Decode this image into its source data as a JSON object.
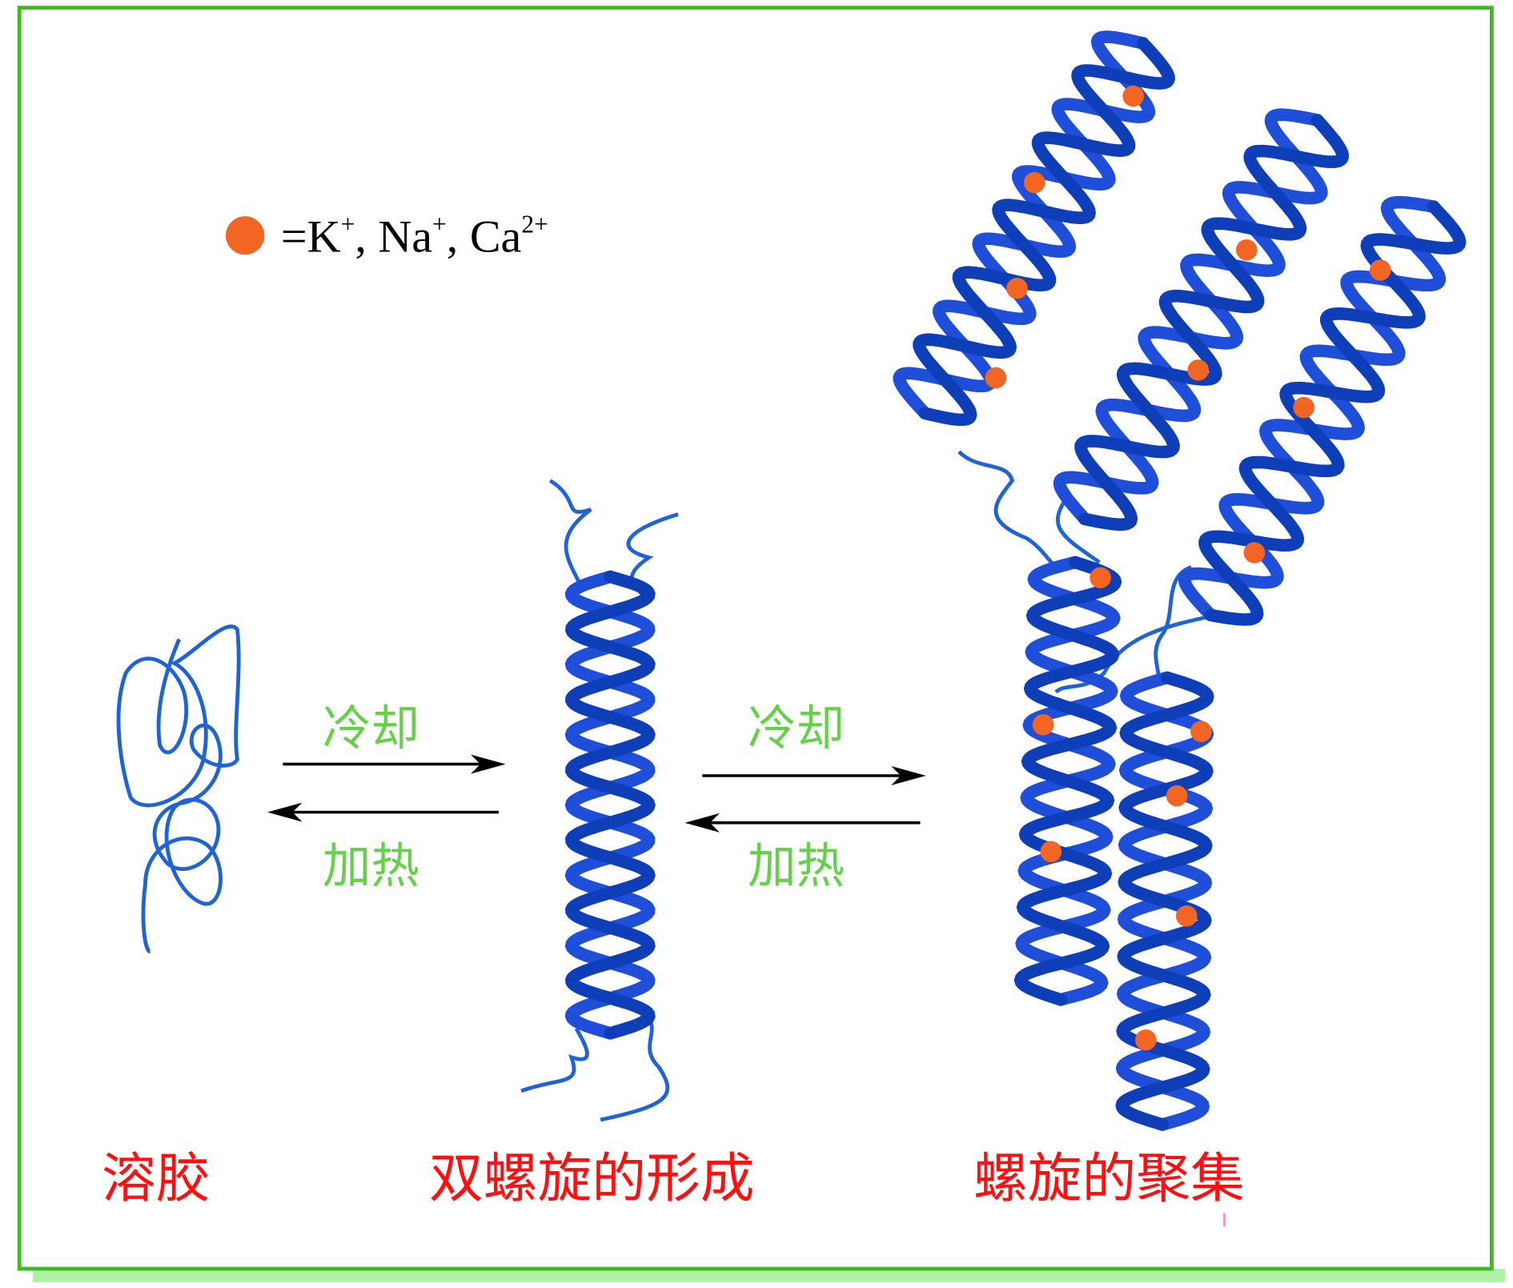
{
  "legend": {
    "ion_text": "=K",
    "ion_sup1": "+",
    "sep1": ", Na",
    "ion_sup2": "+",
    "sep2": ", Ca",
    "ion_sup3": "2+",
    "ion_icon": "orange-dot-icon"
  },
  "arrows": {
    "left": {
      "cool": "冷却",
      "heat": "加热"
    },
    "right": {
      "cool": "冷却",
      "heat": "加热"
    }
  },
  "stages": {
    "sol": "溶胶",
    "double_helix": "双螺旋的形成",
    "aggregation": "螺旋的聚集"
  },
  "colors": {
    "border": "#3dbb1f",
    "helix": "#1f4fd8",
    "ion": "#f26522",
    "label_red": "#ff1010",
    "label_green": "#66d04a"
  }
}
